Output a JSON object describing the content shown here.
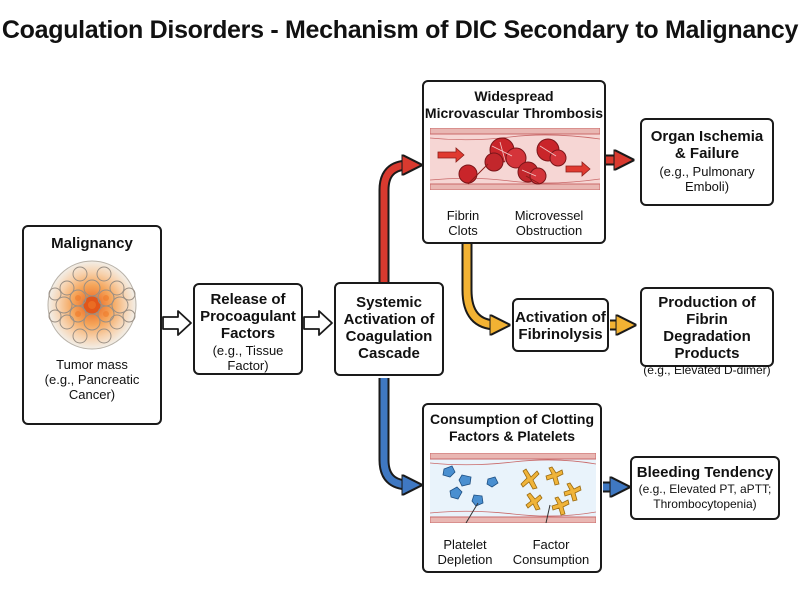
{
  "title": "Coagulation Disorders - Mechanism of DIC Secondary to Malignancy",
  "malignancy": {
    "title": "Malignancy",
    "sub": "Tumor mass\n(e.g., Pancreatic\nCancer)"
  },
  "release": {
    "title": "Release of\nProcoagulant\nFactors",
    "sub": "(e.g., Tissue\nFactor)"
  },
  "systemic": {
    "title": "Systemic\nActivation of\nCoagulation\nCascade"
  },
  "thrombosis": {
    "title": "Widespread\nMicrovascular Thrombosis",
    "label_left": "Fibrin\nClots",
    "label_right": "Microvessel\nObstruction"
  },
  "organ": {
    "title": "Organ Ischemia\n& Failure",
    "sub": "(e.g., Pulmonary\nEmboli)"
  },
  "fibrinolysis": {
    "title": "Activation of\nFibrinolysis"
  },
  "fdp": {
    "title": "Production of\nFibrin Degradation\nProducts",
    "sub": "(e.g., Elevated D-dimer)"
  },
  "consumption": {
    "title": "Consumption of Clotting\nFactors & Platelets",
    "label_left": "Platelet\nDepletion",
    "label_right": "Factor\nConsumption"
  },
  "bleeding": {
    "title": "Bleeding Tendency",
    "sub": "(e.g., Elevated PT, aPTT;\nThrombocytopenia)"
  },
  "colors": {
    "red": "#d93a2f",
    "blue": "#3f78c2",
    "orange": "#f2b233",
    "vessel": "#f6d6d4",
    "vessel_wall": "#c96a6a",
    "tumor": "#f08a2e",
    "platelet": "#4a8fd0",
    "factor": "#f0b43a"
  },
  "icons": {
    "tumor": "tumor-cell-cluster-icon",
    "clot": "blood-clot-icon",
    "platelet": "platelet-icon",
    "factor": "clotting-factor-icon"
  }
}
